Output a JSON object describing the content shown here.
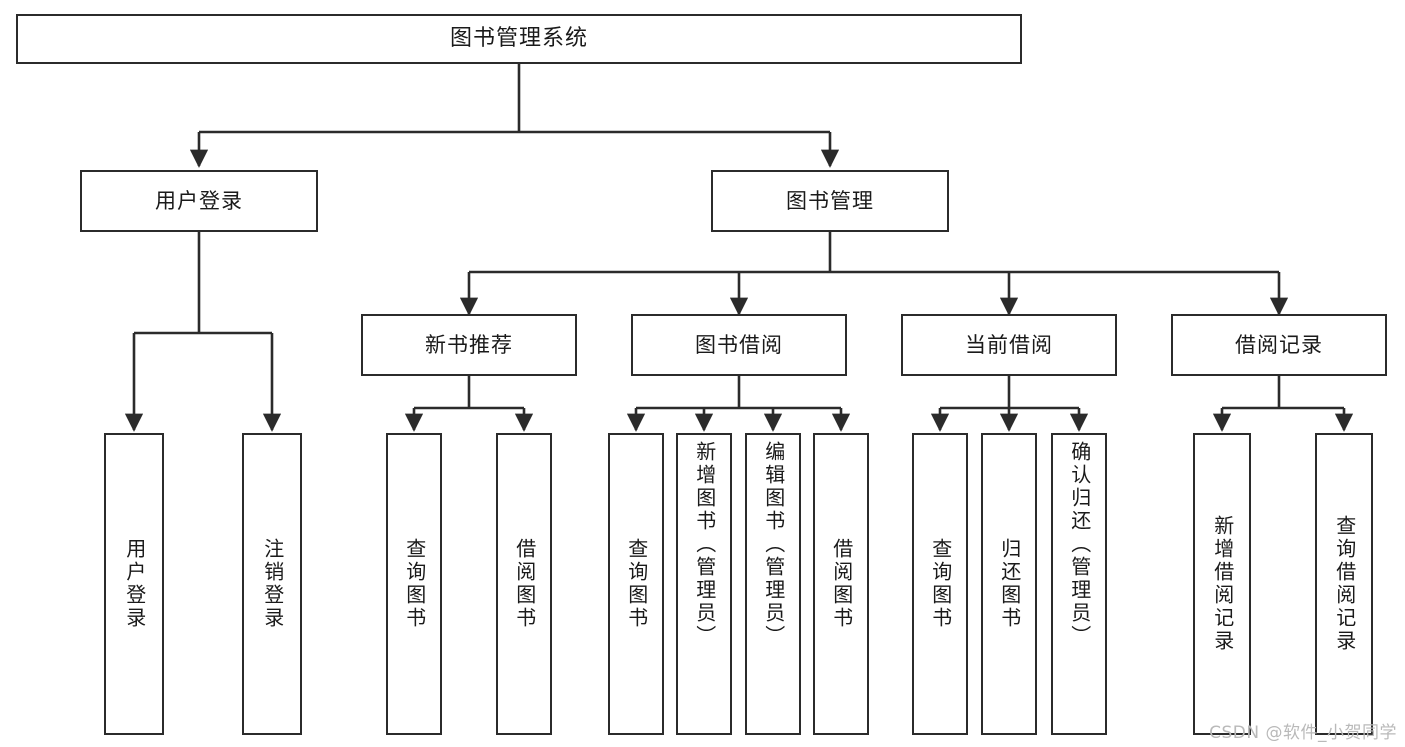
{
  "diagram": {
    "title": "图书管理系统",
    "type": "tree",
    "root": {
      "label": "图书管理系统"
    },
    "level2": [
      {
        "label": "用户登录"
      },
      {
        "label": "图书管理"
      }
    ],
    "level3": [
      {
        "label": "新书推荐"
      },
      {
        "label": "图书借阅"
      },
      {
        "label": "当前借阅"
      },
      {
        "label": "借阅记录"
      }
    ],
    "leaves": {
      "user_login": [
        {
          "label": "用户登录"
        },
        {
          "label": "注销登录"
        }
      ],
      "new_book_recommend": [
        {
          "label": "查询图书"
        },
        {
          "label": "借阅图书"
        }
      ],
      "book_borrow": [
        {
          "label": "查询图书"
        },
        {
          "label": "新增图书（管理员）"
        },
        {
          "label": "编辑图书（管理员）"
        },
        {
          "label": "借阅图书"
        }
      ],
      "current_borrow": [
        {
          "label": "查询图书"
        },
        {
          "label": "归还图书"
        },
        {
          "label": "确认归还（管理员）"
        }
      ],
      "borrow_record": [
        {
          "label": "新增借阅记录"
        },
        {
          "label": "查询借阅记录"
        }
      ]
    }
  },
  "watermark": {
    "text": "CSDN @软件_小贺同学"
  },
  "colors": {
    "border": "#2b2b2b",
    "background": "#ffffff",
    "text": "#1a1a1a",
    "watermark": "#b9b9b9"
  }
}
